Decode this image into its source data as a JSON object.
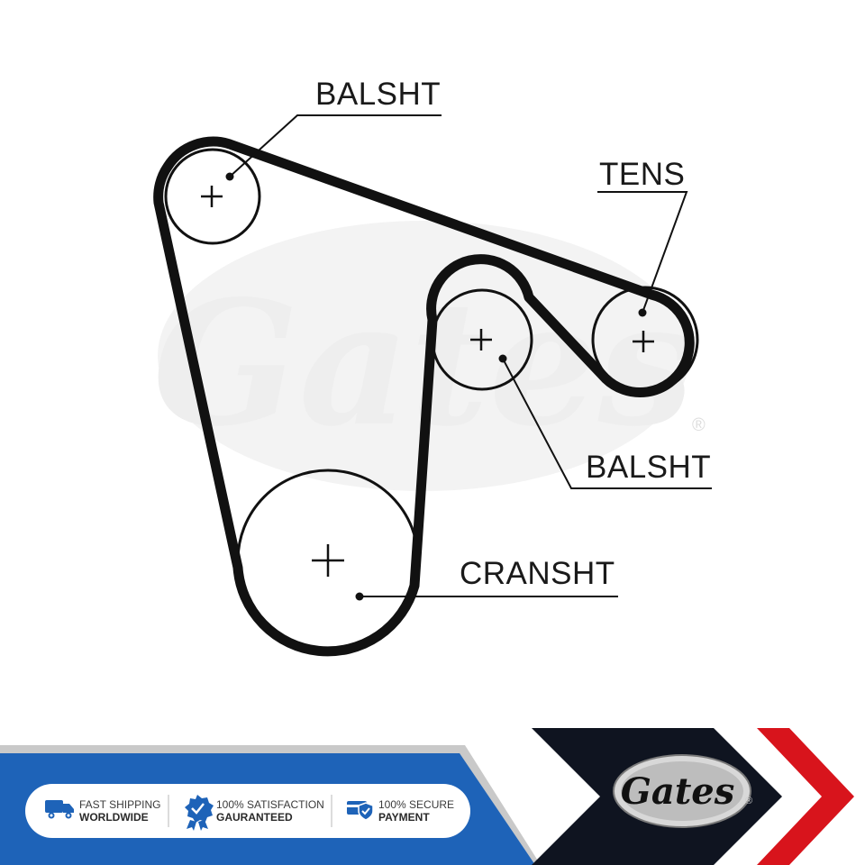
{
  "diagram": {
    "labels": {
      "balshaft_top": "BALSHT",
      "tensioner": "TENS",
      "balshaft_right": "BALSHT",
      "crankshaft": "CRANSHT"
    },
    "watermark": {
      "text": "Gates",
      "registered": "®"
    }
  },
  "footer": {
    "badges": [
      {
        "icon": "truck-icon",
        "line1": "FAST SHIPPING",
        "line2": "WORLDWIDE"
      },
      {
        "icon": "badge-check-icon",
        "line1": "100% SATISFACTION",
        "line2": "GAURANTEED"
      },
      {
        "icon": "card-shield-icon",
        "line1": "100% SECURE",
        "line2": "PAYMENT"
      }
    ],
    "brand": {
      "logo_text": "Gates",
      "registered": "®"
    },
    "colors": {
      "blue": "#1e63b8",
      "dark": "#0f1420",
      "red": "#d8141c",
      "grey": "#c9c9c9"
    }
  }
}
